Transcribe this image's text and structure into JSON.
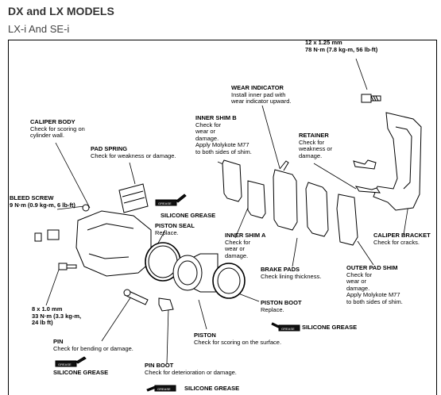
{
  "heading": "DX and LX MODELS",
  "subheading": "LX-i And SE-i",
  "labels": {
    "bolt_spec": {
      "title": "12 x 1.25 mm",
      "detail": "78 N·m (7.8 kg-m, 56 lb-ft)"
    },
    "wear_indicator": {
      "title": "WEAR INDICATOR",
      "detail": "Install inner pad with\nwear indicator upward."
    },
    "caliper_body": {
      "title": "CALIPER BODY",
      "detail": "Check for scoring on\ncylinder wall."
    },
    "inner_shim_b": {
      "title": "INNER SHIM B",
      "detail": "Check for\nwear or\ndamage.\nApply Molykote M77\nto both sides of shim."
    },
    "retainer": {
      "title": "RETAINER",
      "detail": "Check for\nweakness or\ndamage."
    },
    "pad_spring": {
      "title": "PAD SPRING",
      "detail": "Check for weakness or damage."
    },
    "bleed_screw": {
      "title": "BLEED SCREW",
      "detail": "9 N·m (0.9 kg-m, 6 lb-ft)"
    },
    "silicone_grease_1": {
      "title": "SILICONE GREASE"
    },
    "piston_seal": {
      "title": "PISTON SEAL",
      "detail": "Replace."
    },
    "caliper_bracket": {
      "title": "CALIPER BRACKET",
      "detail": "Check for cracks."
    },
    "inner_shim_a": {
      "title": "INNER SHIM A",
      "detail": "Check for\nwear or\ndamage."
    },
    "brake_pads": {
      "title": "BRAKE PADS",
      "detail": "Check lining thickness."
    },
    "outer_pad_shim": {
      "title": "OUTER PAD SHIM",
      "detail": "Check for\nwear or\ndamage.\nApply Molykote M77\nto both sides of shim."
    },
    "pin_bolt_spec": {
      "title": "8 x 1.0 mm",
      "detail": "33 N·m (3.3 kg-m,\n24 lb ft)"
    },
    "piston_boot": {
      "title": "PISTON BOOT",
      "detail": "Replace."
    },
    "silicone_grease_2": {
      "title": "SILICONE GREASE"
    },
    "piston": {
      "title": "PISTON",
      "detail": "Check for scoring on the surface."
    },
    "pin": {
      "title": "PIN",
      "detail": "Check for bending or damage."
    },
    "silicone_grease_3": {
      "title": "SILICONE GREASE"
    },
    "pin_boot": {
      "title": "PIN BOOT",
      "detail": "Check for deterioration or damage."
    },
    "silicone_grease_4": {
      "title": "SILICONE GREASE"
    }
  },
  "grease_tube_text": "GREASE"
}
